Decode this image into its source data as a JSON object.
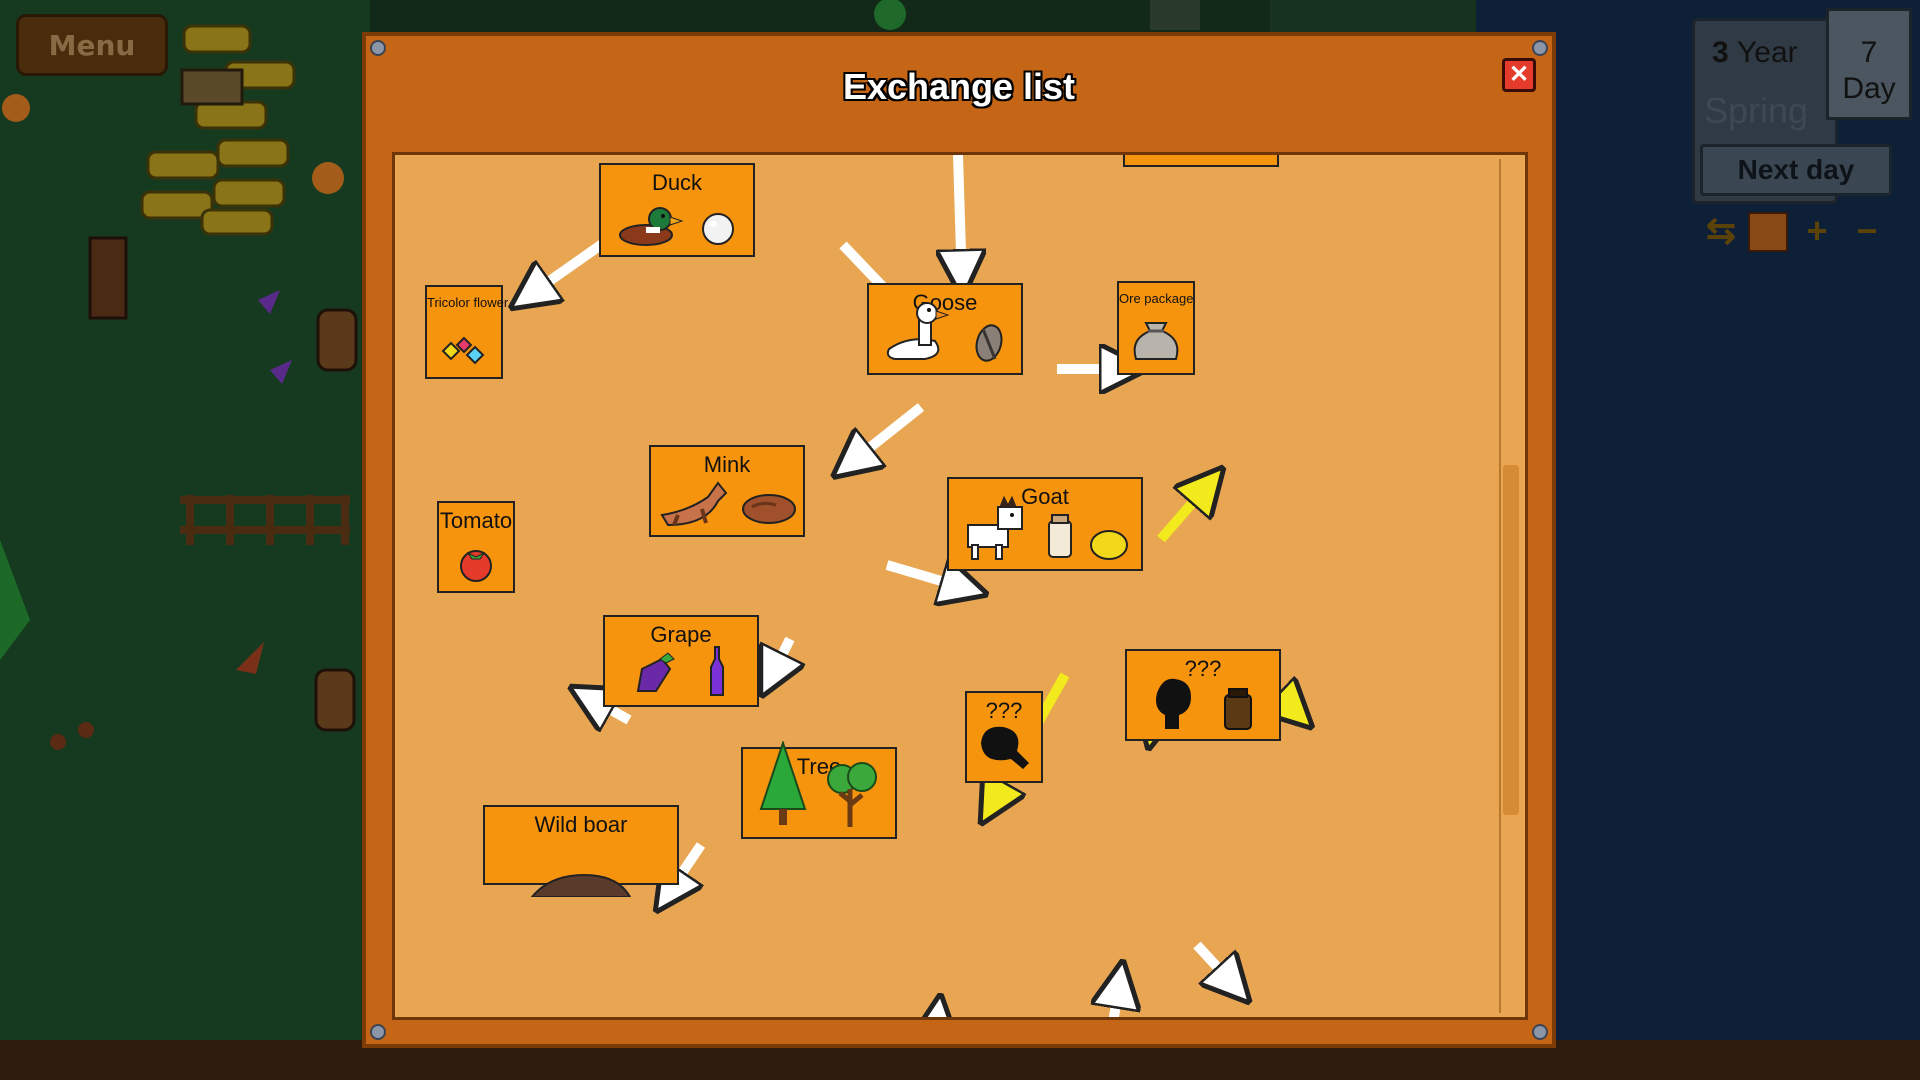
{
  "menu": {
    "label": "Menu"
  },
  "hud": {
    "year_value": "3",
    "year_label": "Year",
    "season": "Spring",
    "day_value": "7",
    "day_label": "Day",
    "next_day_label": "Next day"
  },
  "dialog": {
    "title": "Exchange list",
    "close_glyph": "✕"
  },
  "nodes": {
    "duck": {
      "label": "Duck",
      "icons": [
        "duck-icon",
        "egg-icon"
      ]
    },
    "tricolor_flower": {
      "label": "Tricolor flower",
      "icons": [
        "tricolor-flower-icon"
      ]
    },
    "goose": {
      "label": "Goose",
      "icons": [
        "goose-icon",
        "feather-icon"
      ]
    },
    "ore_package": {
      "label": "Ore package",
      "icons": [
        "ore-sack-icon"
      ]
    },
    "mink": {
      "label": "Mink",
      "icons": [
        "mink-icon",
        "fur-icon"
      ]
    },
    "tomato": {
      "label": "Tomato",
      "icons": [
        "tomato-icon"
      ]
    },
    "goat": {
      "label": "Goat",
      "icons": [
        "goat-icon",
        "milk-bottle-icon",
        "cheese-icon"
      ]
    },
    "grape": {
      "label": "Grape",
      "icons": [
        "grape-icon",
        "wine-bottle-icon"
      ]
    },
    "unknown_right": {
      "label": "???",
      "icons": [
        "unknown-silhouette-icon",
        "unknown-jar-icon"
      ]
    },
    "unknown_mid": {
      "label": "???",
      "icons": [
        "unknown-drumstick-icon"
      ]
    },
    "tree": {
      "label": "Tree",
      "icons": [
        "pine-tree-icon",
        "broadleaf-tree-icon"
      ]
    },
    "wild_boar": {
      "label": "Wild boar",
      "icons": [
        "boar-icon"
      ]
    }
  },
  "colors": {
    "panel": "#c56516",
    "content": "#e8a652",
    "node": "#f7940e",
    "arrow_known": "#ffffff",
    "arrow_pending": "#f2ea1c",
    "close": "#e43b2a"
  }
}
